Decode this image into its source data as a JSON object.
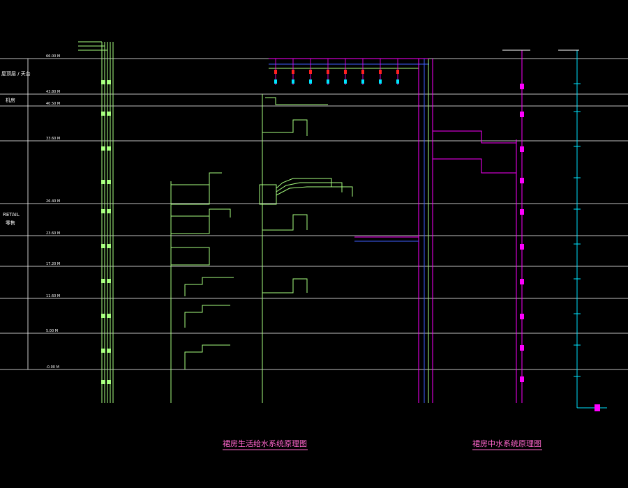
{
  "floors": [
    {
      "name": "",
      "level": "66.00 M"
    },
    {
      "name": "",
      "level": "43.80 M"
    },
    {
      "name": "",
      "level": "40.50 M"
    },
    {
      "name": "",
      "level": "33.60 M"
    },
    {
      "name": "RETAIL",
      "level": "26.40 M"
    },
    {
      "name": "",
      "level": "23.60 M"
    },
    {
      "name": "",
      "level": "17.20 M"
    },
    {
      "name": "",
      "level": "11.60 M"
    },
    {
      "name": "",
      "level": "5.00 M"
    },
    {
      "name": "",
      "level": "-0.00 M"
    }
  ],
  "side_labels": {
    "top_left": "屋顶层 / 天台",
    "machine": "机房",
    "retail": "RETAIL",
    "retail_cn": "零售"
  },
  "titles": {
    "left": "裙房生活给水系统原理图",
    "right": "裙房中水系统原理图"
  },
  "colors": {
    "grid": "#ffffff",
    "green_pipe": "#a8ff80",
    "magenta_pipe": "#ff00ff",
    "cyan_pipe": "#00e5ff",
    "red_valve": "#ff2020",
    "title": "#ff66cc"
  }
}
